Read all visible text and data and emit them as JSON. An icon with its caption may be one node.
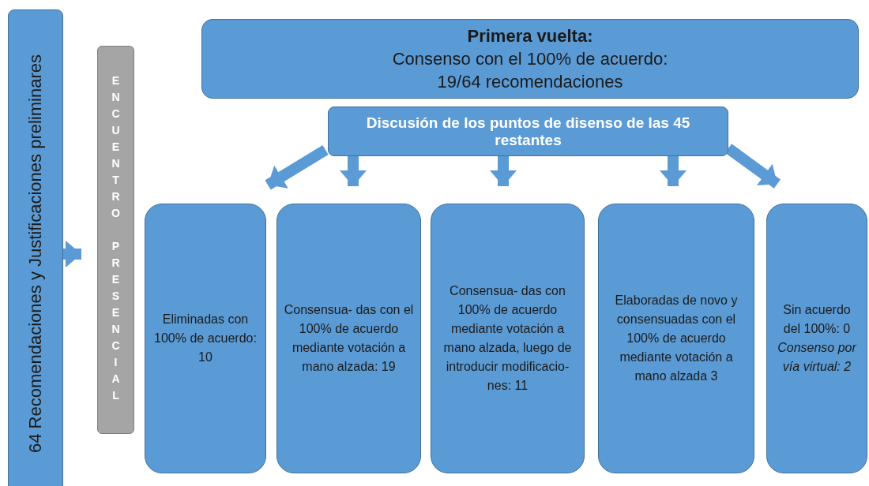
{
  "diagram": {
    "nodes": [
      {
        "text": [
          "64 Recomendaciones y Justificaciones preliminares"
        ]
      },
      {
        "text": [
          "ENCUENTRO PRESENCIAL"
        ]
      },
      {
        "text": [
          "Primera vuelta:",
          "Consenso con el 100% de acuerdo: 19/64 recomendaciones"
        ]
      },
      {
        "text": [
          "Discusión de los puntos de disenso de las 45 restantes"
        ]
      },
      {
        "text": [
          "Eliminadas con 100% de acuerdo: 10"
        ]
      },
      {
        "text": [
          "Consensua- das con el 100% de acuerdo mediante votación a mano alzada: 19"
        ]
      },
      {
        "text": [
          "Consensua- das con 100% de acuerdo mediante votación a mano alzada, luego de introducir modificacio- nes: 11"
        ]
      },
      {
        "text": [
          "Elaboradas de novo y consensuadas con el 100% de acuerdo mediante votación a mano alzada 3"
        ]
      },
      {
        "text": [
          "Sin acuerdo del 100%: 0",
          "Consenso por vía virtual: 2"
        ]
      }
    ],
    "edges": [
      {
        "from": 0,
        "to": 1,
        "arrow": "to"
      },
      {
        "from": 3,
        "to": 4,
        "arrow": "to"
      },
      {
        "from": 3,
        "to": 5,
        "arrow": "to"
      },
      {
        "from": 3,
        "to": 6,
        "arrow": "to"
      },
      {
        "from": 3,
        "to": 7,
        "arrow": "to"
      },
      {
        "from": 3,
        "to": 8,
        "arrow": "to"
      }
    ]
  }
}
